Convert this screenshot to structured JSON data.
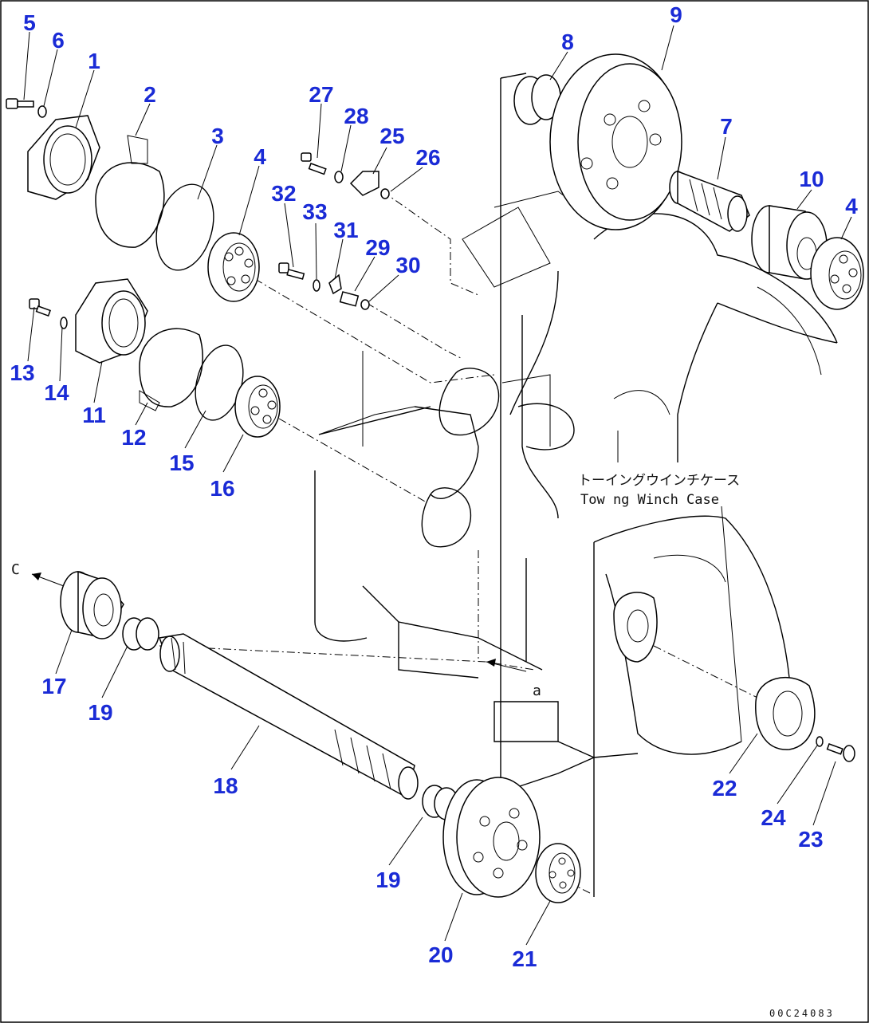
{
  "diagram": {
    "callouts": [
      {
        "id": "1",
        "label": "1"
      },
      {
        "id": "2",
        "label": "2"
      },
      {
        "id": "3",
        "label": "3"
      },
      {
        "id": "4a",
        "label": "4"
      },
      {
        "id": "4b",
        "label": "4"
      },
      {
        "id": "5",
        "label": "5"
      },
      {
        "id": "6",
        "label": "6"
      },
      {
        "id": "7",
        "label": "7"
      },
      {
        "id": "8",
        "label": "8"
      },
      {
        "id": "9",
        "label": "9"
      },
      {
        "id": "10",
        "label": "10"
      },
      {
        "id": "11",
        "label": "11"
      },
      {
        "id": "12",
        "label": "12"
      },
      {
        "id": "13",
        "label": "13"
      },
      {
        "id": "14",
        "label": "14"
      },
      {
        "id": "15",
        "label": "15"
      },
      {
        "id": "16",
        "label": "16"
      },
      {
        "id": "17",
        "label": "17"
      },
      {
        "id": "18",
        "label": "18"
      },
      {
        "id": "19a",
        "label": "19"
      },
      {
        "id": "19b",
        "label": "19"
      },
      {
        "id": "20",
        "label": "20"
      },
      {
        "id": "21",
        "label": "21"
      },
      {
        "id": "22",
        "label": "22"
      },
      {
        "id": "23",
        "label": "23"
      },
      {
        "id": "24",
        "label": "24"
      },
      {
        "id": "25",
        "label": "25"
      },
      {
        "id": "26",
        "label": "26"
      },
      {
        "id": "27",
        "label": "27"
      },
      {
        "id": "28",
        "label": "28"
      },
      {
        "id": "29",
        "label": "29"
      },
      {
        "id": "30",
        "label": "30"
      },
      {
        "id": "31",
        "label": "31"
      },
      {
        "id": "32",
        "label": "32"
      },
      {
        "id": "33",
        "label": "33"
      }
    ],
    "case_label_jp": "トーイングウインチケース",
    "case_label_en": "Tow ng Winch Case",
    "ref_letter_c": "C",
    "ref_letter_a": "a",
    "drawing_code": "00C24083",
    "callout_color": "#1a2bd6"
  }
}
